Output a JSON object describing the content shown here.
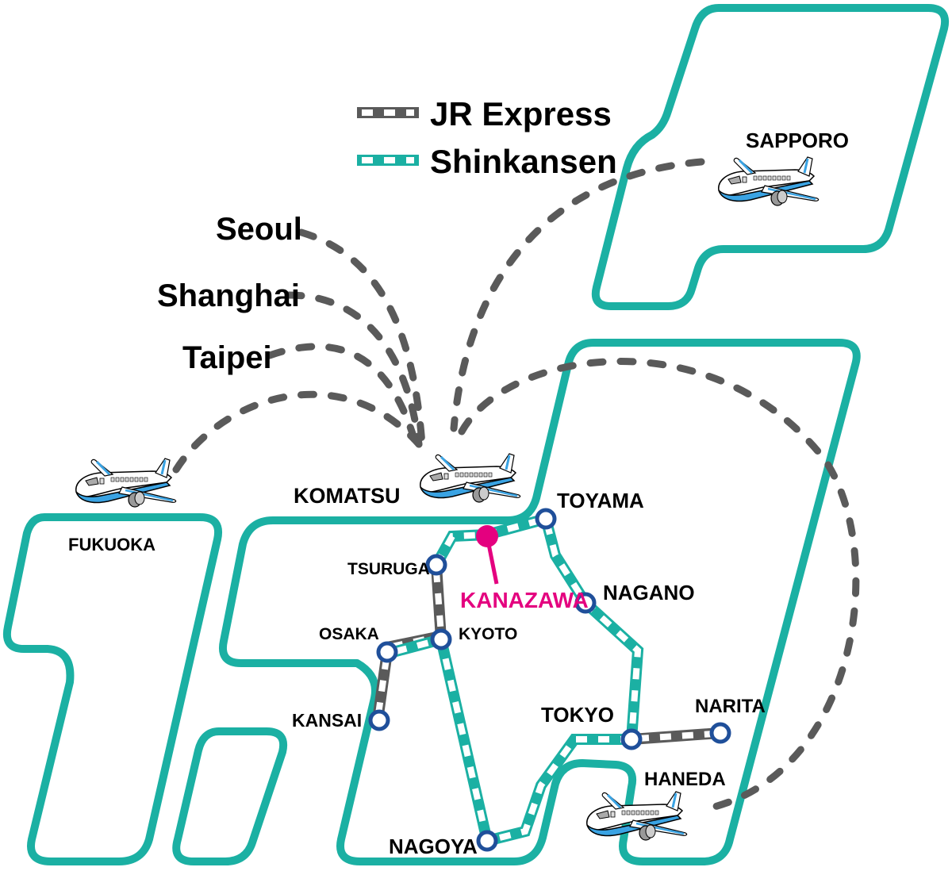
{
  "legend": {
    "items": [
      {
        "label": "JR Express",
        "color": "#5a5a5a",
        "type": "jr"
      },
      {
        "label": "Shinkansen",
        "color": "#1bb0a3",
        "type": "shinkansen"
      }
    ]
  },
  "colors": {
    "island_outline": "#1bb0a3",
    "shinkansen": "#1bb0a3",
    "jr_express": "#5a5a5a",
    "station_ring": "#1f4f9a",
    "highlight": "#e4007f",
    "flight_route": "#5a5a5a"
  },
  "international": {
    "seoul": "Seoul",
    "shanghai": "Shanghai",
    "taipei": "Taipei"
  },
  "airports": {
    "komatsu": "KOMATSU",
    "fukuoka": "FUKUOKA",
    "sapporo": "SAPPORO",
    "haneda": "HANEDA"
  },
  "stations": {
    "toyama": "TOYAMA",
    "kanazawa": "KANAZAWA",
    "tsuruga": "TSURUGA",
    "nagano": "NAGANO",
    "osaka": "OSAKA",
    "kyoto": "KYOTO",
    "kansai": "KANSAI",
    "tokyo": "TOKYO",
    "narita": "NARITA",
    "nagoya": "NAGOYA"
  },
  "icons": {
    "airplane": "airplane-icon",
    "station": "station-circle-icon",
    "highlight_pin": "map-pin-icon"
  }
}
